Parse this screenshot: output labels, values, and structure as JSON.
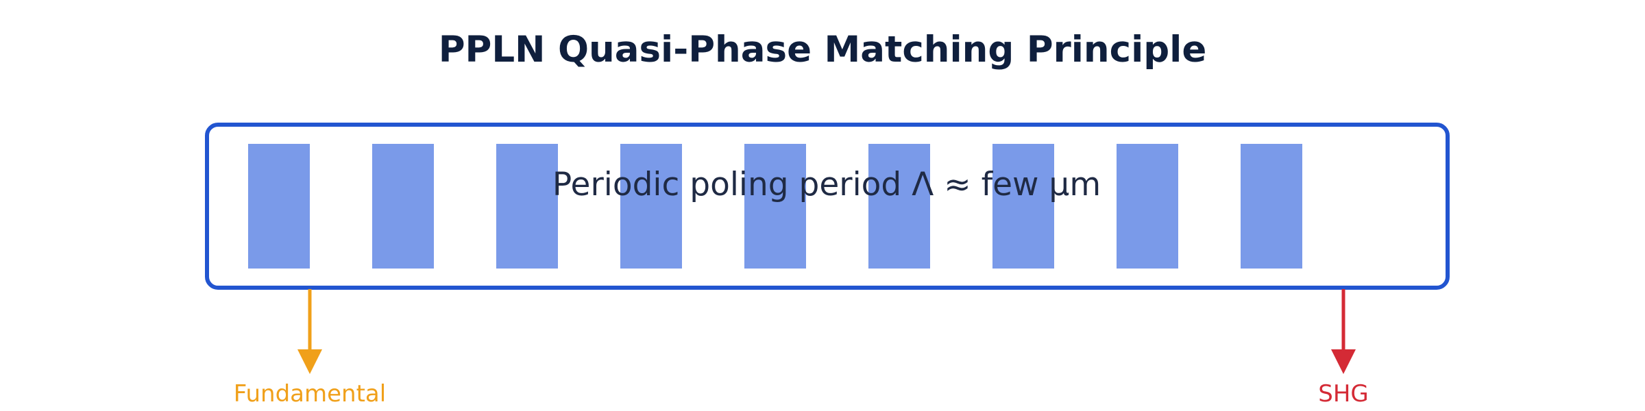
{
  "title": "PPLN Quasi-Phase Matching Principle",
  "crystal": {
    "domain_count": 9,
    "period_label": "Periodic poling period Λ ≈ few μm"
  },
  "input": {
    "label": "Fundamental",
    "color": "#f0a01a"
  },
  "output": {
    "label": "SHG",
    "color": "#d42a35"
  },
  "colors": {
    "title": "#0f1f3d",
    "crystal_border": "#2255d0",
    "domain_fill": "#7a9ae9"
  }
}
